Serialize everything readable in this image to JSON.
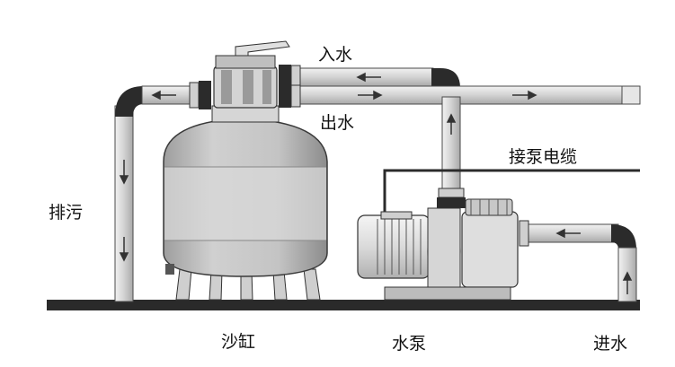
{
  "labels": {
    "inlet_water": "入水",
    "outlet_water": "出水",
    "pump_cable": "接泵电缆",
    "drain": "排污",
    "sand_tank": "沙缸",
    "water_pump": "水泵",
    "water_in": "进水"
  },
  "colors": {
    "pipe_fill": "#dcdcdc",
    "pipe_stroke": "#4a4a4a",
    "elbow": "#2b2b2b",
    "tank_body": "#bdbdbd",
    "tank_band": "#d8d8d8",
    "ground": "#2a2a2a",
    "arrow": "#333333"
  },
  "flow_arrows": [
    "left",
    "left",
    "right",
    "right",
    "up",
    "down",
    "down",
    "left",
    "up"
  ]
}
